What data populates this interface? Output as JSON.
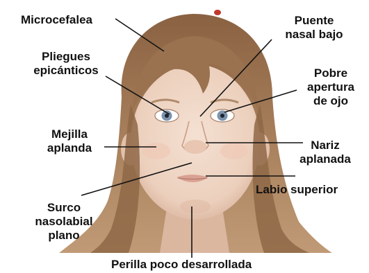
{
  "colors": {
    "hair_dark": "#7a5538",
    "hair_light": "#b58e68",
    "skin": "#efd5c3",
    "skin_shadow": "#ddb8a0",
    "lip": "#d9a292",
    "iris": "#7d93ad",
    "leader_line": "#111111",
    "label_text": "#111111"
  },
  "labels": {
    "microcefalea": "Microcefalea",
    "pliegues": [
      "Pliegues",
      "epicánticos"
    ],
    "puente": [
      "Puente",
      "nasal bajo"
    ],
    "pobre": [
      "Pobre",
      "apertura",
      "de ojo"
    ],
    "mejilla": [
      "Mejilla",
      "aplanda"
    ],
    "nariz": [
      "Nariz",
      "aplanada"
    ],
    "labio": "Labio superior",
    "surco": [
      "Surco",
      "nasolabial",
      "plano"
    ],
    "perilla": "Perilla poco desarrollada"
  }
}
